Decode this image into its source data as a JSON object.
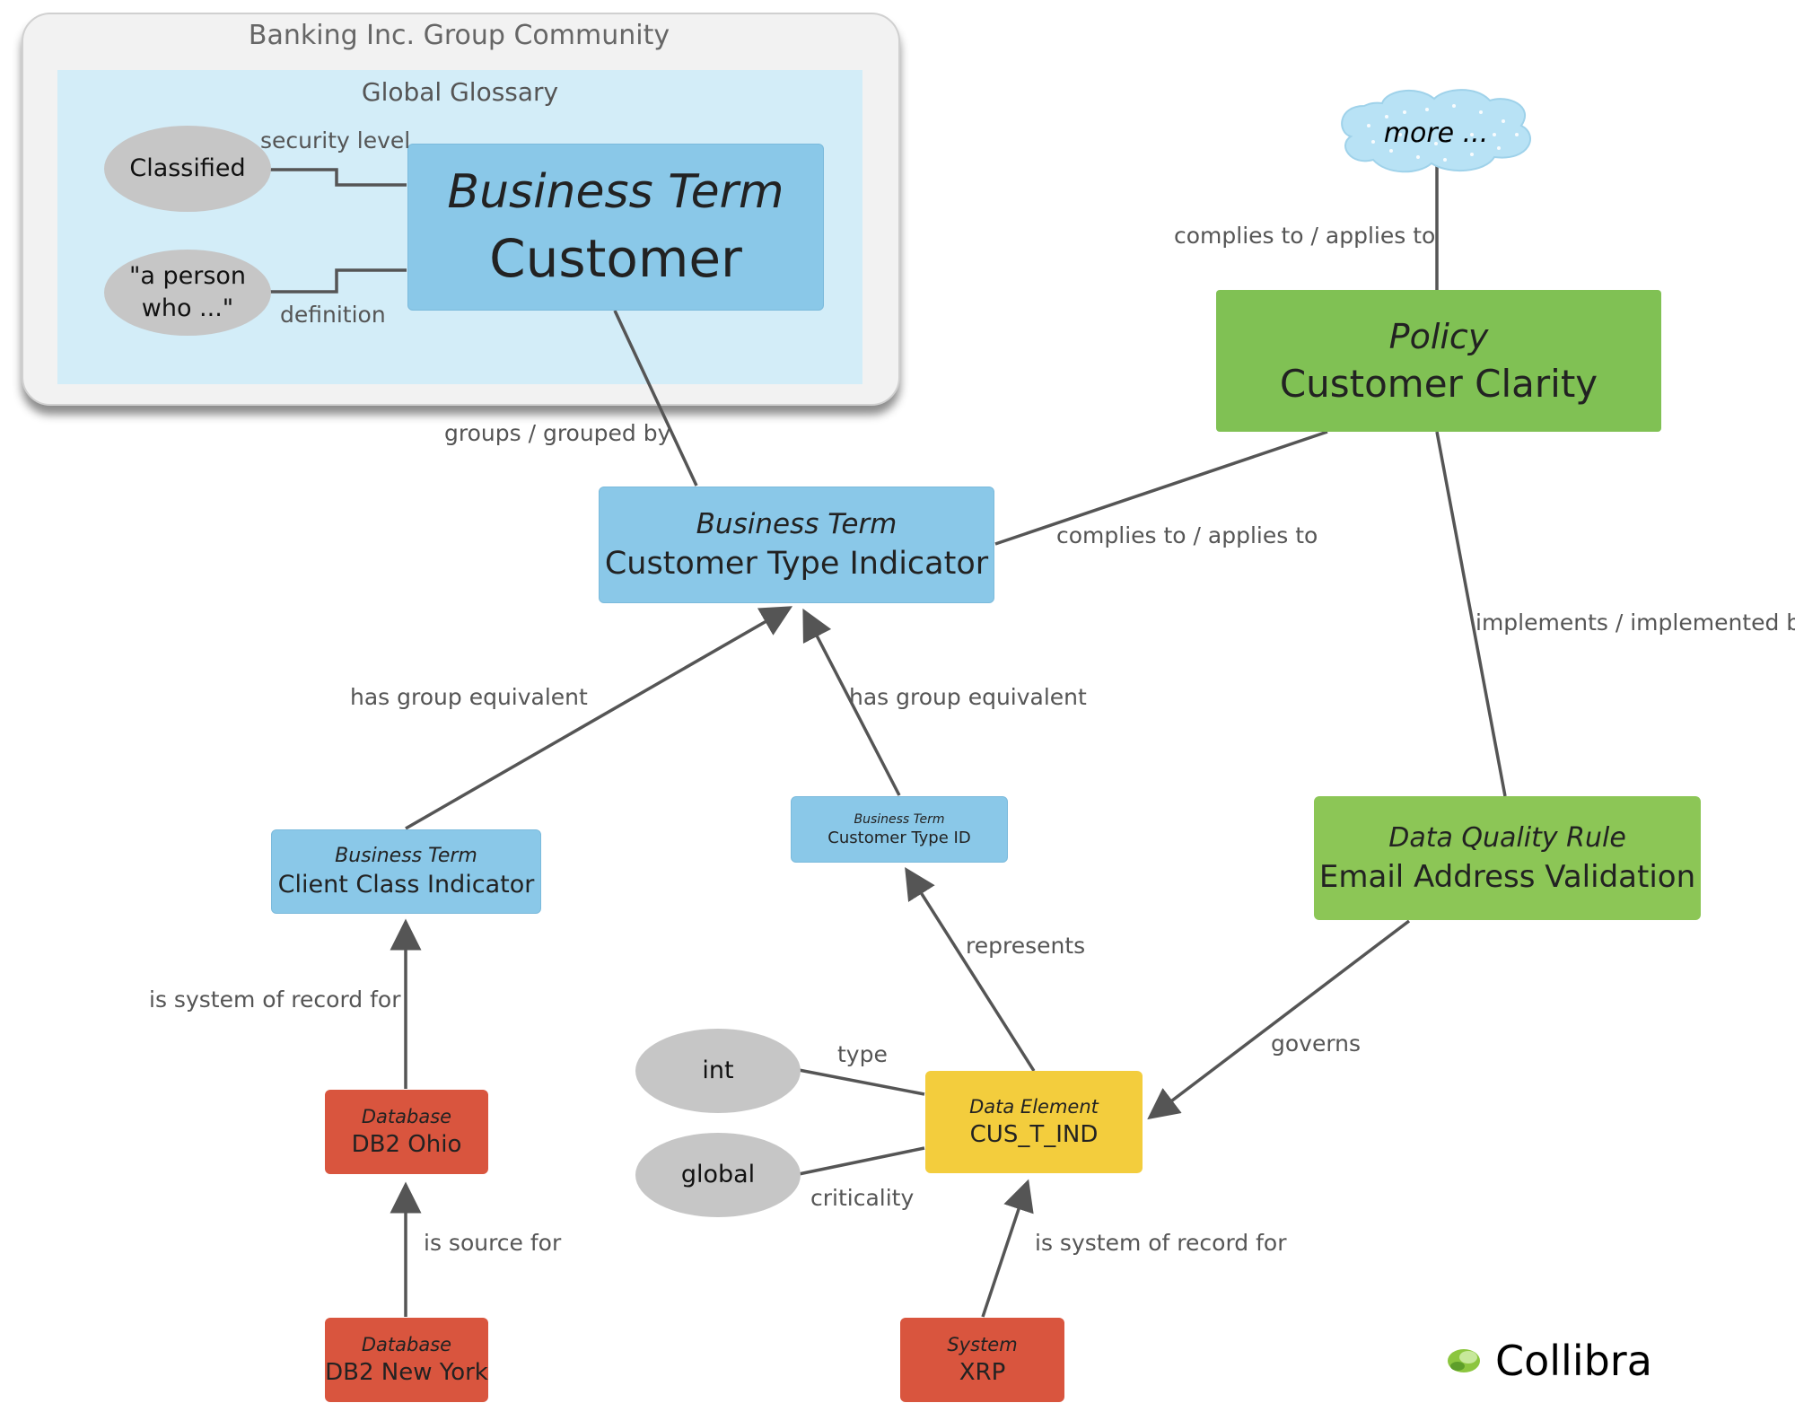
{
  "community": {
    "title": "Banking Inc. Group Community"
  },
  "glossary": {
    "title": "Global Glossary"
  },
  "nodes": {
    "bt_customer": {
      "type": "Business Term",
      "name": "Customer"
    },
    "policy": {
      "type": "Policy",
      "name": "Customer Clarity"
    },
    "bt_cti": {
      "type": "Business Term",
      "name": "Customer Type Indicator"
    },
    "bt_cci": {
      "type": "Business Term",
      "name": "Client Class Indicator"
    },
    "bt_ctid": {
      "type": "Business Term",
      "name": "Customer Type ID"
    },
    "dqr": {
      "type": "Data Quality Rule",
      "name": "Email Address Validation"
    },
    "db_ohio": {
      "type": "Database",
      "name": "DB2 Ohio"
    },
    "db_ny": {
      "type": "Database",
      "name": "DB2 New York"
    },
    "data_element": {
      "type": "Data Element",
      "name": "CUS_T_IND"
    },
    "system": {
      "type": "System",
      "name": "XRP"
    }
  },
  "attributes": {
    "classified": "Classified",
    "person_line1": "\"a person",
    "person_line2": "who ...\"",
    "int": "int",
    "global": "global"
  },
  "cloud": {
    "text": "more ..."
  },
  "relations": {
    "security_level": "security level",
    "definition": "definition",
    "groups": "groups / grouped by",
    "complies_top": "complies to / applies to",
    "complies_mid": "complies to / applies to",
    "implements": "implements / implemented by",
    "has_group_equiv_left": "has group equivalent",
    "has_group_equiv_right": "has group equivalent",
    "represents": "represents",
    "is_sor_left": "is system of record for",
    "type": "type",
    "governs": "governs",
    "criticality": "criticality",
    "is_source_for": "is source for",
    "is_sor_bottom": "is system of record for"
  },
  "logo": {
    "text": "Collibra"
  },
  "colors": {
    "business_term": "#8ac8e8",
    "governance": "#80c154",
    "technical": "#d9553e",
    "data_element": "#f3cd3d",
    "attribute": "#c6c6c6",
    "glossary_bg": "#d3edf8"
  }
}
